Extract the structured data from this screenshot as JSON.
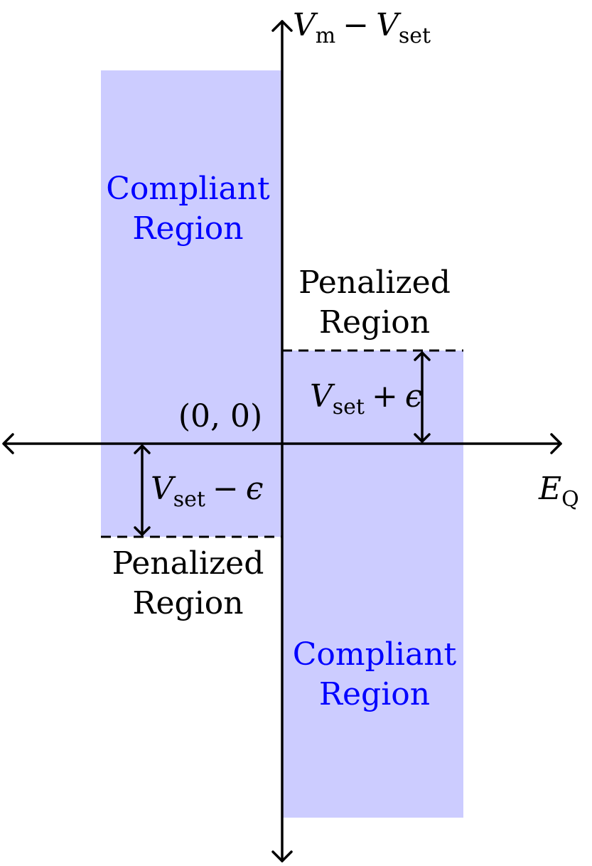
{
  "colors": {
    "region_fill": "#ccccff",
    "region_text": "#0000ff",
    "ink": "#000000"
  },
  "axes": {
    "y_label": {
      "base1": "V",
      "sub1": "m",
      "op": "−",
      "base2": "V",
      "sub2": "set"
    },
    "x_label": {
      "base": "E",
      "sub": "Q"
    },
    "origin_label": "(0, 0)"
  },
  "regions": {
    "compliant_upper_left": {
      "line1": "Compliant",
      "line2": "Region"
    },
    "compliant_lower_right": {
      "line1": "Compliant",
      "line2": "Region"
    },
    "penalized_upper_right": {
      "line1": "Penalized",
      "line2": "Region"
    },
    "penalized_lower_left": {
      "line1": "Penalized",
      "line2": "Region"
    }
  },
  "margins": {
    "upper": {
      "base": "V",
      "sub": "set",
      "op": "+",
      "sym": "ϵ"
    },
    "lower": {
      "base": "V",
      "sub": "set",
      "op": "−",
      "sym": "ϵ"
    }
  }
}
